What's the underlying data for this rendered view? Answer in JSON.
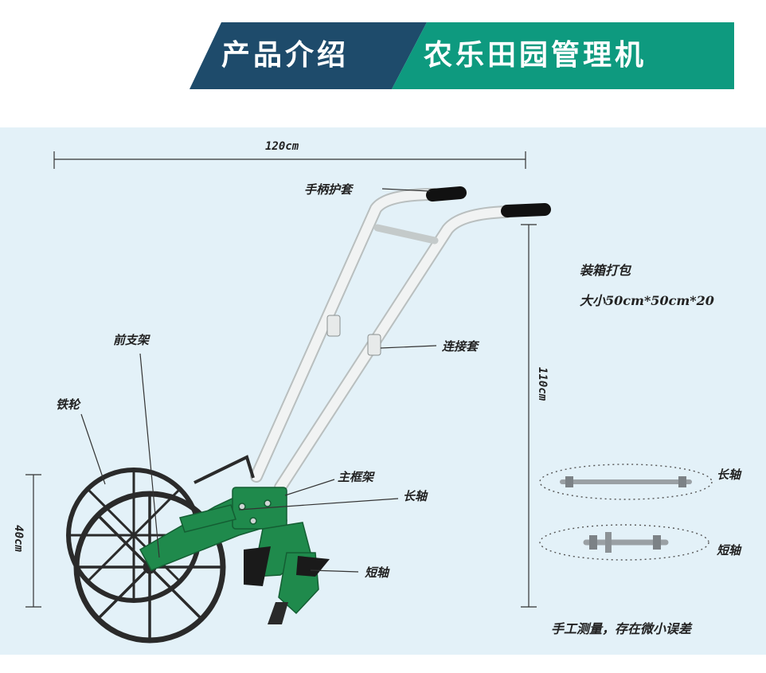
{
  "header": {
    "title_left": "产品介绍",
    "title_right": "农乐田园管理机",
    "left_color": "#1e4b6b",
    "right_color": "#0e9a7f"
  },
  "dimensions": {
    "width": "120cm",
    "height": "110cm",
    "wheel": "40cm"
  },
  "labels": {
    "handle_grip": "手柄护套",
    "connector": "连接套",
    "front_support": "前支架",
    "iron_wheel": "铁轮",
    "main_frame": "主框架",
    "long_axle": "长轴",
    "short_axle": "短轴"
  },
  "packing": {
    "title": "装箱打包",
    "size": "大小50cm*50cm*20"
  },
  "parts": {
    "long_axle": "长轴",
    "short_axle": "短轴"
  },
  "note": "手工测量，存在微小误差",
  "colors": {
    "panel_bg": "#e3f1f8",
    "frame_green": "#1f8a4c",
    "handle_white": "#eef0f0",
    "wheel_dark": "#2a2a2a"
  }
}
